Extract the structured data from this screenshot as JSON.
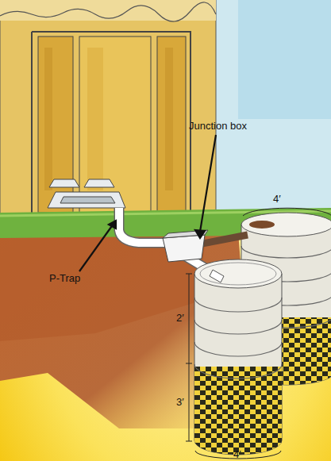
{
  "diagram": {
    "labels": [
      "Junction box",
      "4′",
      "P-Trap",
      "2′",
      "3′",
      "4′"
    ]
  }
}
